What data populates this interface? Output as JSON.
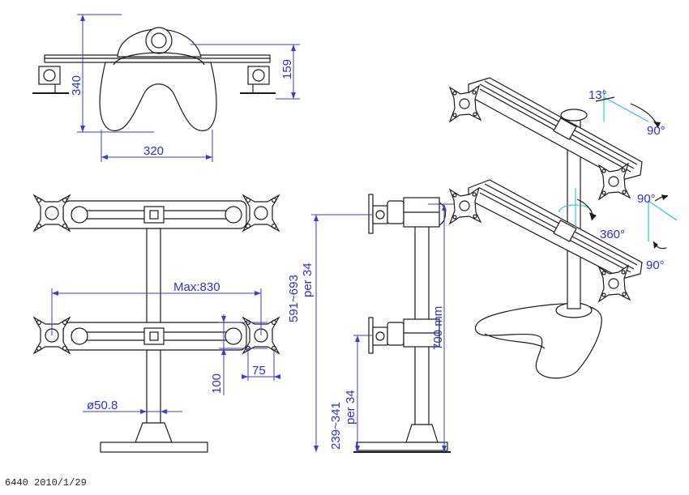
{
  "drawing": {
    "dimensions": {
      "base_width": "320",
      "base_depth": "340",
      "base_height": "159",
      "arm_max_width": "Max:830",
      "pole_diameter": "ø50.8",
      "vesa_spacing": "75",
      "vesa_height": "100",
      "upper_arm_range": "591~693",
      "upper_arm_step": "per 34",
      "lower_arm_range": "239~341",
      "lower_arm_step": "per 34",
      "pole_height": "700  mm"
    },
    "rotations": {
      "tilt_angle": "13°",
      "swivel_angle": "90°",
      "rotation_angle": "360°",
      "pivot_angle_upper": "90°",
      "pivot_angle_lower": "90°"
    },
    "footer": "6440  2010/1/29"
  },
  "colors": {
    "line": "#1a1a1a",
    "dimension": "#3b3bd6",
    "rotation_guides": "#23c0d8"
  }
}
